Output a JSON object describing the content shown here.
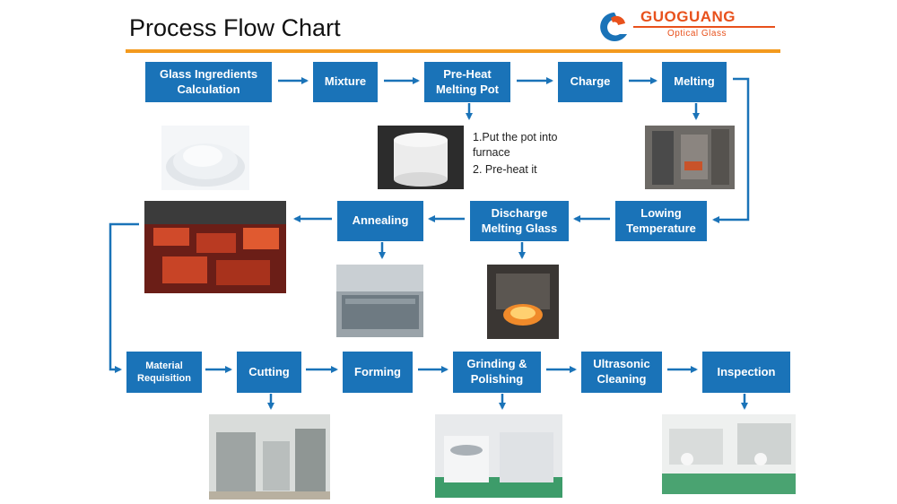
{
  "title": "Process Flow Chart",
  "logo": {
    "name": "GUOGUANG",
    "subtitle": "Optical Glass"
  },
  "steps": {
    "glass_ingredients": "Glass Ingredients Calculation",
    "mixture": "Mixture",
    "preheat": "Pre-Heat Melting Pot",
    "charge": "Charge",
    "melting": "Melting",
    "lowing": "Lowing Temperature",
    "discharge": "Discharge Melting Glass",
    "annealing": "Annealing",
    "material": "Material Requisition",
    "cutting": "Cutting",
    "forming": "Forming",
    "grinding": "Grinding & Polishing",
    "ultrasonic": "Ultrasonic Cleaning",
    "inspection": "Inspection"
  },
  "notes": {
    "line1": "1.Put the pot into",
    "line2": "furnace",
    "line3": "2. Pre-heat it"
  },
  "colors": {
    "box": "#1a73b8",
    "arrow": "#1a73b8",
    "accent_rule": "#f39a1e",
    "logo": "#e8511c"
  }
}
